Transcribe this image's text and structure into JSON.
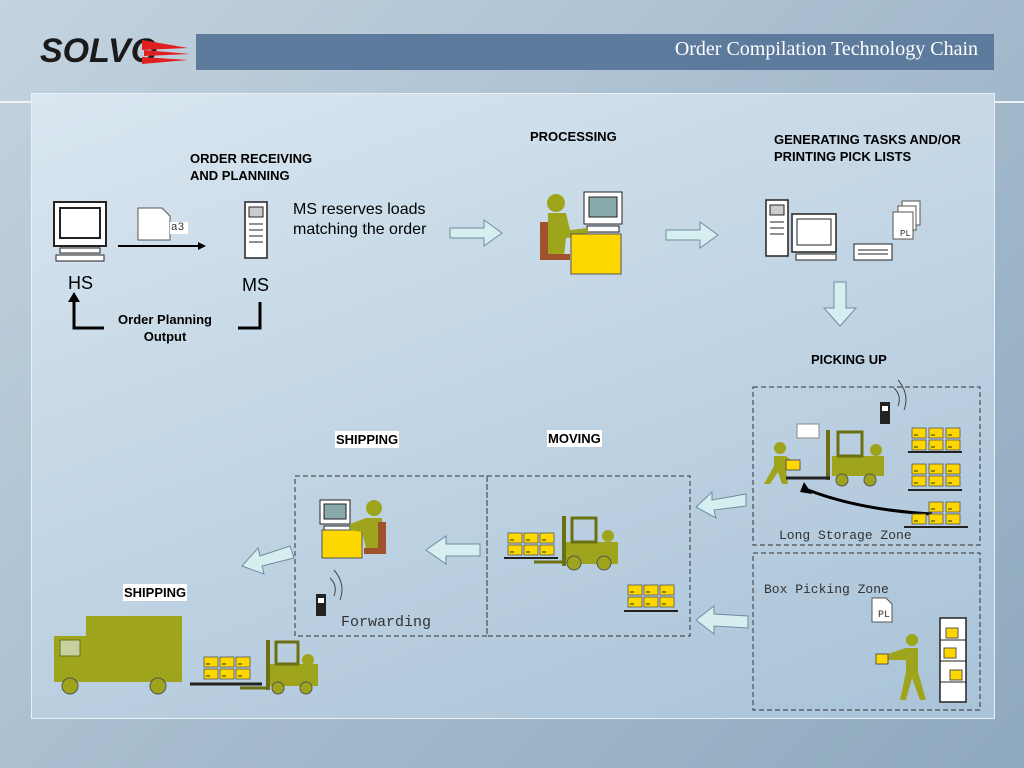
{
  "header": {
    "logo_text": "SOLVO",
    "title": "Order Compilation Technology Chain"
  },
  "diagram": {
    "order_receiving": "ORDER RECEIVING AND PLANNING",
    "processing": "PROCESSING",
    "generating_tasks": "GENERATING TASKS AND/OR PRINTING PICK LISTS",
    "picking_up": "PICKING UP",
    "moving": "MOVING",
    "shipping_top": "SHIPPING",
    "shipping_bottom": "SHIPPING",
    "hs": "HS",
    "ms": "MS",
    "doc_label": "a3",
    "ms_reserves": "MS reserves loads matching the order",
    "order_planning_output": "Order Planning Output",
    "pl_label": "PL",
    "pl_label_box": "PL",
    "long_storage_zone": "Long Storage Zone",
    "box_picking_zone": "Box Picking Zone",
    "forwarding": "Forwarding"
  },
  "colors": {
    "title_bar": "#5d7b9c",
    "olive": "#9ea51c",
    "box_yellow": "#ffd700",
    "arrow_fill": "#d6eef0",
    "logo_red": "#e02020"
  }
}
